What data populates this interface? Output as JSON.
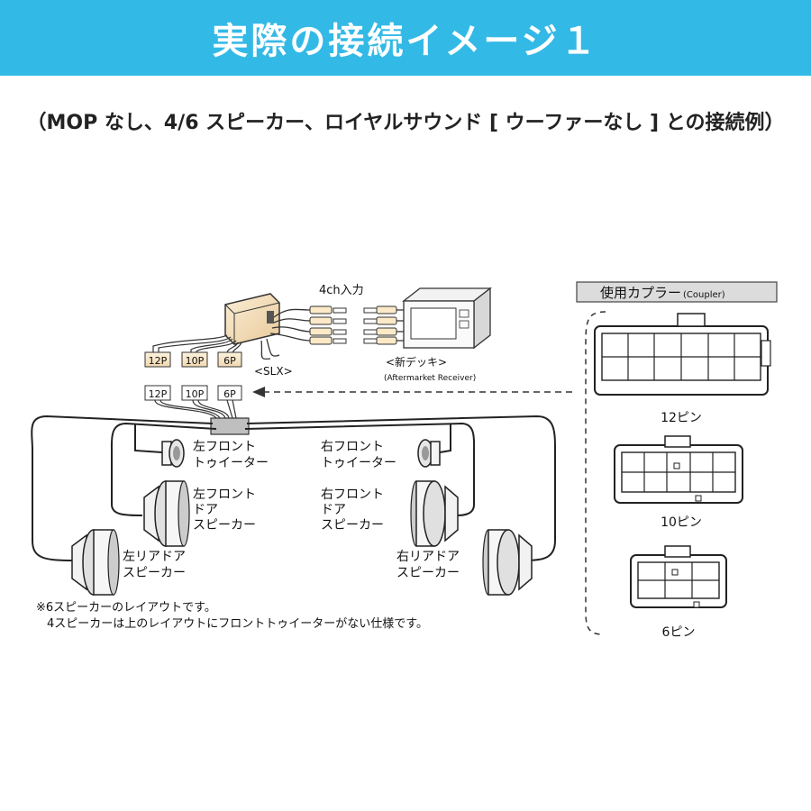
{
  "header": {
    "title": "実際の接続イメージ１"
  },
  "subtitle": "（MOP なし、4/6 スピーカー、ロイヤルサウンド [ ウーファーなし ] との接続例）",
  "diagram": {
    "input_label": "4ch入力",
    "slx_label": "<SLX>",
    "deck_label": "<新デッキ>",
    "deck_sub": "(Aftermarket Receiver)",
    "connector_upper": [
      "12P",
      "10P",
      "6P"
    ],
    "connector_lower": [
      "12P",
      "10P",
      "6P"
    ],
    "speakers": {
      "left_front_tweeter": [
        "左フロント",
        "トゥイーター"
      ],
      "right_front_tweeter": [
        "右フロント",
        "トゥイーター"
      ],
      "left_front_door": [
        "左フロント",
        "ドア",
        "スピーカー"
      ],
      "right_front_door": [
        "右フロント",
        "ドア",
        "スピーカー"
      ],
      "left_rear_door": [
        "左リアドア",
        "スピーカー"
      ],
      "right_rear_door": [
        "右リアドア",
        "スピーカー"
      ]
    },
    "notes": [
      "※6スピーカーのレイアウトです。",
      "4スピーカーは上のレイアウトにフロントトゥイーターがない仕様です。"
    ]
  },
  "coupler_panel": {
    "title": "使用カプラー",
    "title_sub": "(Coupler)",
    "labels": [
      "12ピン",
      "10ピン",
      "6ピン"
    ]
  }
}
